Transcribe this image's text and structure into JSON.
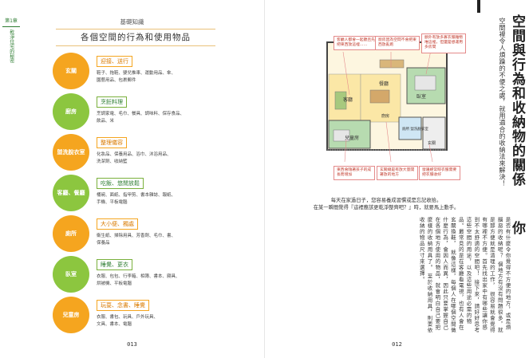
{
  "left_page": {
    "chapter": {
      "number": "第1章",
      "title": "乾淨住宅的秘密"
    },
    "section": "基礎知識",
    "title": "各個空間的行為和使用物品",
    "rooms": [
      {
        "name": "玄關",
        "color": "#f5a51f",
        "activity": "迎接、送行",
        "items": [
          "鞋子、拖鞋、嬰兒推車、運動用品、傘、",
          "園藝用品、包裹郵件"
        ]
      },
      {
        "name": "廚房",
        "color": "#8cc63f",
        "activity": "烹飪料理",
        "items": [
          "烹調家電、毛巾、餐具、調味料、保存食品、",
          "飲品、米"
        ]
      },
      {
        "name": "盥洗脫衣室",
        "color": "#f5a51f",
        "activity": "整理儀容",
        "items": [
          "化妝品、保養用品、浴巾、沐浴用品、",
          "洗潔劑、收納籃"
        ]
      },
      {
        "name": "客廳、餐廳",
        "color": "#8cc63f",
        "activity": "吃飯、悠閒放鬆",
        "items": [
          "桶碗、面紙、指甲剪、書本雜誌、報紙、",
          "手機、平板電腦"
        ]
      },
      {
        "name": "廁所",
        "color": "#f5a51f",
        "activity": "大小便、獨處",
        "items": [
          "衛生紙、掃除用具、芳香劑、毛巾、書、",
          "保養品"
        ]
      },
      {
        "name": "臥室",
        "color": "#8cc63f",
        "activity": "睡覺、更衣",
        "items": [
          "衣服、包包、行李箱、相簿、書本、寢具、",
          "烘被機、平板電腦"
        ]
      },
      {
        "name": "兒童房",
        "color": "#f5a51f",
        "activity": "玩耍、念書、睡覺",
        "items": [
          "衣服、書包、玩具、戶外玩具、",
          "文具、書本、電腦"
        ]
      }
    ],
    "page_number": "013"
  },
  "right_page": {
    "title": "空間與行為和收納物的關係",
    "subtitle": "空間裡令人煩躁的不便之處，就用適合的收納法來解決！",
    "floorplan": {
      "rooms": {
        "living": "客廳",
        "dining": "餐廳",
        "bedroom": "臥室",
        "kids": "兒童房",
        "kitchen": "廚房",
        "wash": "廁所\n盥洗脫衣室",
        "entry": "玄關"
      },
      "callouts": [
        "客廳人都會一起聽且先把東西放這裡……",
        "廚房因為空間不會把東西放亂跑",
        "額外有放多寡衣服雜物堆這裡，但還是想運用多房間",
        "東西會隨著孩子的成長而增加",
        "玄關總是有放大量開著放的地方",
        "窗邊經常晾衣服需要把衣服收好"
      ]
    },
    "intro": [
      "每天在家過日子，您容易養成習慣或是忘記收拾。",
      "在某一瞬間覺得『這裡應該更乾淨整齊吧？』時，就要馬上動手。"
    ],
    "body_lead": "你",
    "body_columns": [
      "是否有什麼令你覺得不方便的地方，或是煩腦惡的收納呢？",
      "個地方有沒有問題很多，就是那方便就是清理的工作，",
      "很容易就會覺得有哪裡不方便。首先找出家中有哪些讓你感到不太舒適的空間吧！",
      "接下來，請好好思考這些空間的用途，以及這些用途必需的物品。最常見的是在客廳看電視，也有人會在玄關換鞋，",
      "就像這樣，每個人在哪個空間做什麼行為，會因人而異，因此只要掌握自己在各個地方使用的物品，就會明白自己要把",
      "麼樣的收納用具了。",
      "至於收納用具，則要依收納的物品尺寸來選擇。"
    ],
    "page_number": "012"
  }
}
